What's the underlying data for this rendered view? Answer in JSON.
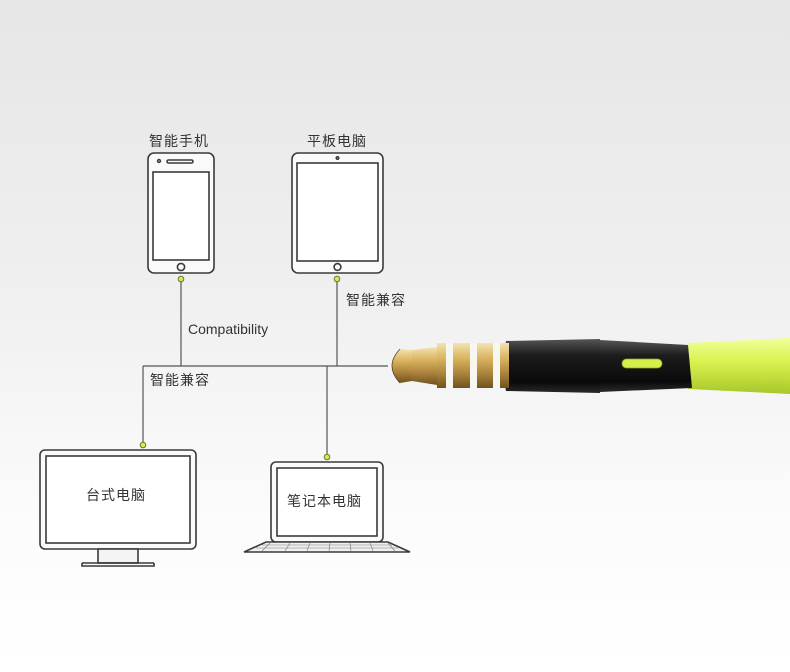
{
  "devices": {
    "smartphone": "智能手机",
    "tablet": "平板电脑",
    "desktop": "台式电脑",
    "laptop": "笔记本电脑"
  },
  "annotations": {
    "compatibility_en": "Compatibility",
    "smart_compatible_top": "智能兼容",
    "smart_compatible_left": "智能兼容"
  },
  "colors": {
    "cable": "#d4f04a",
    "cable_shadow": "#a9c92c",
    "plug_gold": "#c8a24a",
    "plug_black": "#1a1a1a",
    "node": "#d4e85a"
  }
}
